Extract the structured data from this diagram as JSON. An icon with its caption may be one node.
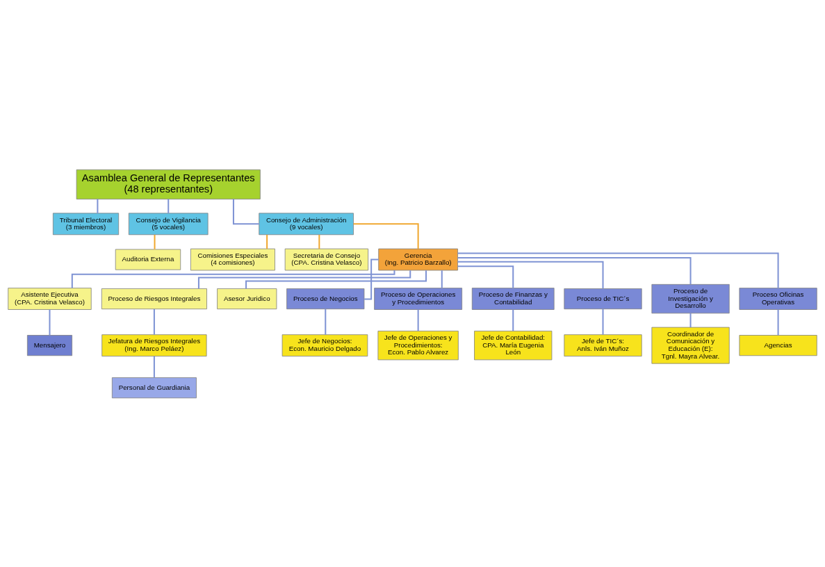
{
  "diagram": {
    "nodes": [
      {
        "text": [
          "Asamblea General de Representantes",
          "(48 representantes)"
        ]
      },
      {
        "text": [
          "Tribunal Electoral",
          "(3 miembros)"
        ]
      },
      {
        "text": [
          "Consejo de Vigilancia",
          "(5 vocales)"
        ]
      },
      {
        "text": [
          "Consejo de Administración",
          "(9 vocales)"
        ]
      },
      {
        "text": [
          "Auditoria Externa"
        ]
      },
      {
        "text": [
          "Comisiones Especiales",
          "(4 comisiones)"
        ]
      },
      {
        "text": [
          "Secretaria de Consejo",
          "(CPA. Cristina Velasco)"
        ]
      },
      {
        "text": [
          "Gerencia",
          "(Ing. Patricio Barzallo)"
        ]
      },
      {
        "text": [
          "Asistente Ejecutiva",
          "(CPA. Cristina Velasco)"
        ]
      },
      {
        "text": [
          "Proceso de Riesgos Integrales"
        ]
      },
      {
        "text": [
          "Mensajero"
        ]
      },
      {
        "text": [
          "Jefatura de Riesgos Integrales",
          "(Ing. Marco Peláez)"
        ]
      },
      {
        "text": [
          "Asesor Juridico"
        ]
      },
      {
        "text": [
          "Personal de Guardiania"
        ]
      },
      {
        "text": [
          "Proceso de Negocios"
        ]
      },
      {
        "text": [
          "Proceso de Operaciones y Procedimientos"
        ]
      },
      {
        "text": [
          "Proceso de Finanzas y Contabilidad"
        ]
      },
      {
        "text": [
          "Proceso de TIC´s"
        ]
      },
      {
        "text": [
          "Proceso de Investigación y Desarrollo"
        ]
      },
      {
        "text": [
          "Proceso Oficinas Operativas"
        ]
      },
      {
        "text": [
          "Jefe de Negocios:",
          "Econ. Mauricio Delgado"
        ]
      },
      {
        "text": [
          "Jefe de Operaciones y Procedimientos:",
          "Econ. Pablo Alvarez"
        ]
      },
      {
        "text": [
          "Jefe de Contabilidad:",
          "CPA. María Eugenia León"
        ]
      },
      {
        "text": [
          "Jefe de TIC´s:",
          "Anls. Iván Muñoz"
        ]
      },
      {
        "text": [
          "Coordinador de Comunicación y Educación (E):",
          "Tgnl. Mayra Alvear."
        ]
      },
      {
        "text": [
          "Agencias"
        ]
      }
    ],
    "edges": [
      {
        "from": 0,
        "to": 1,
        "arrow": "none"
      },
      {
        "from": 0,
        "to": 2,
        "arrow": "none"
      },
      {
        "from": 0,
        "to": 3,
        "arrow": "none"
      },
      {
        "from": 2,
        "to": 4,
        "arrow": "none",
        "color": "#f0a830"
      },
      {
        "from": 3,
        "to": 5,
        "arrow": "none",
        "color": "#f0a830"
      },
      {
        "from": 3,
        "to": 6,
        "arrow": "none",
        "color": "#f0a830"
      },
      {
        "from": 3,
        "to": 7,
        "arrow": "none",
        "color": "#f0a830"
      },
      {
        "from": 7,
        "to": 8,
        "arrow": "none"
      },
      {
        "from": 7,
        "to": 9,
        "arrow": "none"
      },
      {
        "from": 8,
        "to": 10,
        "arrow": "none"
      },
      {
        "from": 9,
        "to": 11,
        "arrow": "none"
      },
      {
        "from": 7,
        "to": 12,
        "arrow": "none"
      },
      {
        "from": 11,
        "to": 13,
        "arrow": "none"
      },
      {
        "from": 7,
        "to": 14,
        "arrow": "none"
      },
      {
        "from": 7,
        "to": 15,
        "arrow": "none"
      },
      {
        "from": 7,
        "to": 16,
        "arrow": "none"
      },
      {
        "from": 7,
        "to": 17,
        "arrow": "none"
      },
      {
        "from": 7,
        "to": 18,
        "arrow": "none"
      },
      {
        "from": 7,
        "to": 19,
        "arrow": "none"
      },
      {
        "from": 14,
        "to": 20,
        "arrow": "none"
      },
      {
        "from": 15,
        "to": 21,
        "arrow": "none"
      },
      {
        "from": 16,
        "to": 22,
        "arrow": "none"
      },
      {
        "from": 17,
        "to": 23,
        "arrow": "none"
      },
      {
        "from": 18,
        "to": 24,
        "arrow": "none"
      },
      {
        "from": 19,
        "to": 25,
        "arrow": "none"
      }
    ]
  }
}
